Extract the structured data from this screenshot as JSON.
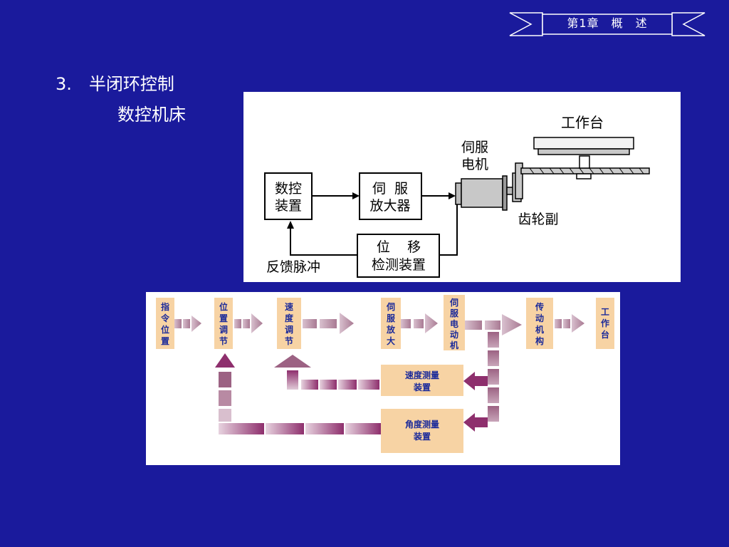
{
  "header": {
    "chapter_label": "第1章　概　述"
  },
  "heading": {
    "line1": "3.　半闭环控制",
    "line2": "数控机床"
  },
  "diagram1": {
    "cnc_line1": "数控",
    "cnc_line2": "装置",
    "amp_line1": "伺  服",
    "amp_line2": "放大器",
    "motor_line1": "伺服",
    "motor_line2": "电机",
    "table_label": "工作台",
    "gear_label": "齿轮副",
    "detector_line1": "位    移",
    "detector_line2": "检测装置",
    "feedback_label": "反馈脉冲"
  },
  "diagram2": {
    "boxes": {
      "cmd": [
        "指",
        "令",
        "位",
        "置"
      ],
      "pos": [
        "位",
        "置",
        "调",
        "节"
      ],
      "spd": [
        "速",
        "度",
        "调",
        "节"
      ],
      "amp": [
        "伺",
        "服",
        "放",
        "大"
      ],
      "motor": [
        "伺",
        "服",
        "电",
        "动",
        "机"
      ],
      "trans": [
        "传",
        "动",
        "机",
        "构"
      ],
      "table": [
        "工",
        "作",
        "台"
      ]
    },
    "speed_sensor": {
      "line1": "速度测量",
      "line2": "装置"
    },
    "angle_sensor": {
      "line1": "角度测量",
      "line2": "装置"
    }
  },
  "colors": {
    "background": "#1a1a9c",
    "box_fill": "#f7d3a4",
    "box_text": "#1b2a9a",
    "forward_arrow": "#b895a7",
    "feedback_arrow": "#8e2f6d"
  }
}
